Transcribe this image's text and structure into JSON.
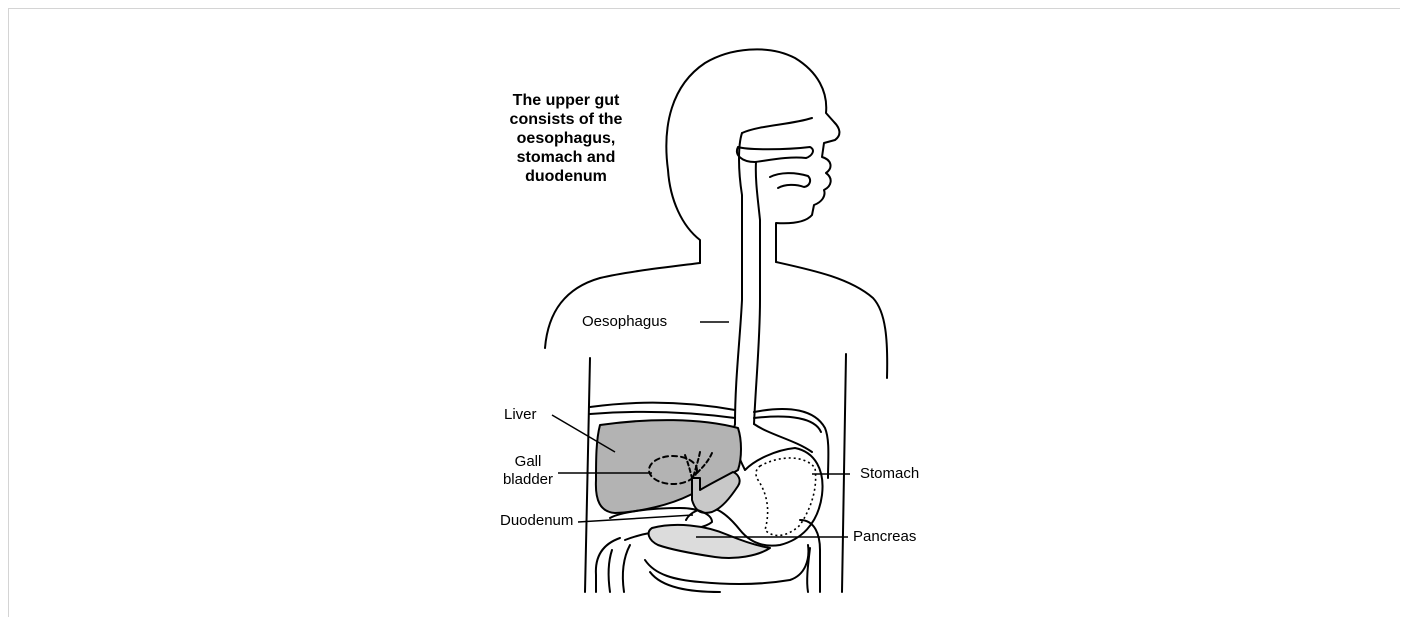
{
  "caption": "The upper gut consists of the oesophagus, stomach and duodenum",
  "labels": {
    "oesophagus": "Oesophagus",
    "liver": "Liver",
    "gall_bladder_1": "Gall",
    "gall_bladder_2": "bladder",
    "duodenum": "Duodenum",
    "stomach": "Stomach",
    "pancreas": "Pancreas"
  },
  "colors": {
    "outline": "#000000",
    "liver_fill": "#b3b3b3",
    "duodenum_fill": "#c8c8c8",
    "pancreas_fill": "#dcdcdc",
    "frame_border": "#d4d4d4"
  }
}
